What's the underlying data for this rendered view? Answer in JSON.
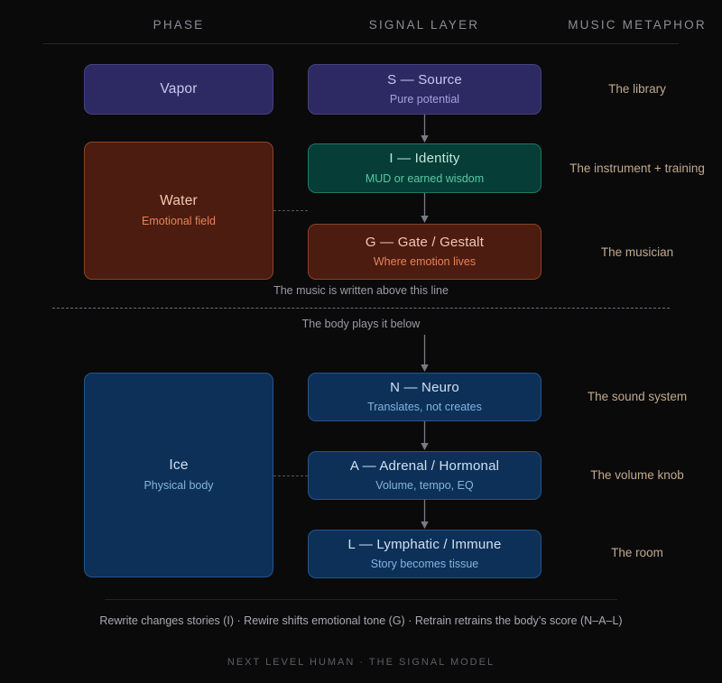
{
  "header": {
    "columns": [
      {
        "label": "PHASE"
      },
      {
        "label": "SIGNAL LAYER"
      },
      {
        "label": "MUSIC METAPHOR"
      }
    ]
  },
  "phases": [
    {
      "title": "Vapor",
      "subtitle": ""
    },
    {
      "title": "Water",
      "subtitle": "Emotional field"
    },
    {
      "title": "Ice",
      "subtitle": "Physical body"
    }
  ],
  "signal_layers": [
    {
      "title": "S — Source",
      "subtitle": "Pure potential"
    },
    {
      "title": "I — Identity",
      "subtitle": "MUD or earned wisdom"
    },
    {
      "title": "G — Gate / Gestalt",
      "subtitle": "Where emotion lives"
    },
    {
      "title": "N — Neuro",
      "subtitle": "Translates, not creates"
    },
    {
      "title": "A — Adrenal / Hormonal",
      "subtitle": "Volume, tempo, EQ"
    },
    {
      "title": "L — Lymphatic / Immune",
      "subtitle": "Story becomes tissue"
    }
  ],
  "metaphors": [
    {
      "label": "The library"
    },
    {
      "label": "The instrument + training"
    },
    {
      "label": "The musician"
    },
    {
      "label": "The sound system"
    },
    {
      "label": "The volume knob"
    },
    {
      "label": "The room"
    }
  ],
  "divider": {
    "above_note": "The music is written above this line",
    "below_note": "The body plays it below"
  },
  "footer": {
    "caption": "Rewrite changes stories (I) · Rewire shifts emotional tone (G) · Retrain retrains the body’s score (N–A–L)",
    "brand": "NEXT LEVEL HUMAN · THE SIGNAL MODEL"
  },
  "colors": {
    "background": "#0a0a0b",
    "vapor_fill": "#2d2a63",
    "vapor_border": "#46417f",
    "water_fill": "#4b1c0f",
    "water_border": "#8a4328",
    "identity_fill": "#063d36",
    "identity_border": "#1a7a63",
    "ice_fill": "#0d3058",
    "ice_border": "#24548c",
    "metaphor_text": "#c2a98d",
    "rule": "#26262a",
    "dashed_rule": "#6e6e77"
  }
}
